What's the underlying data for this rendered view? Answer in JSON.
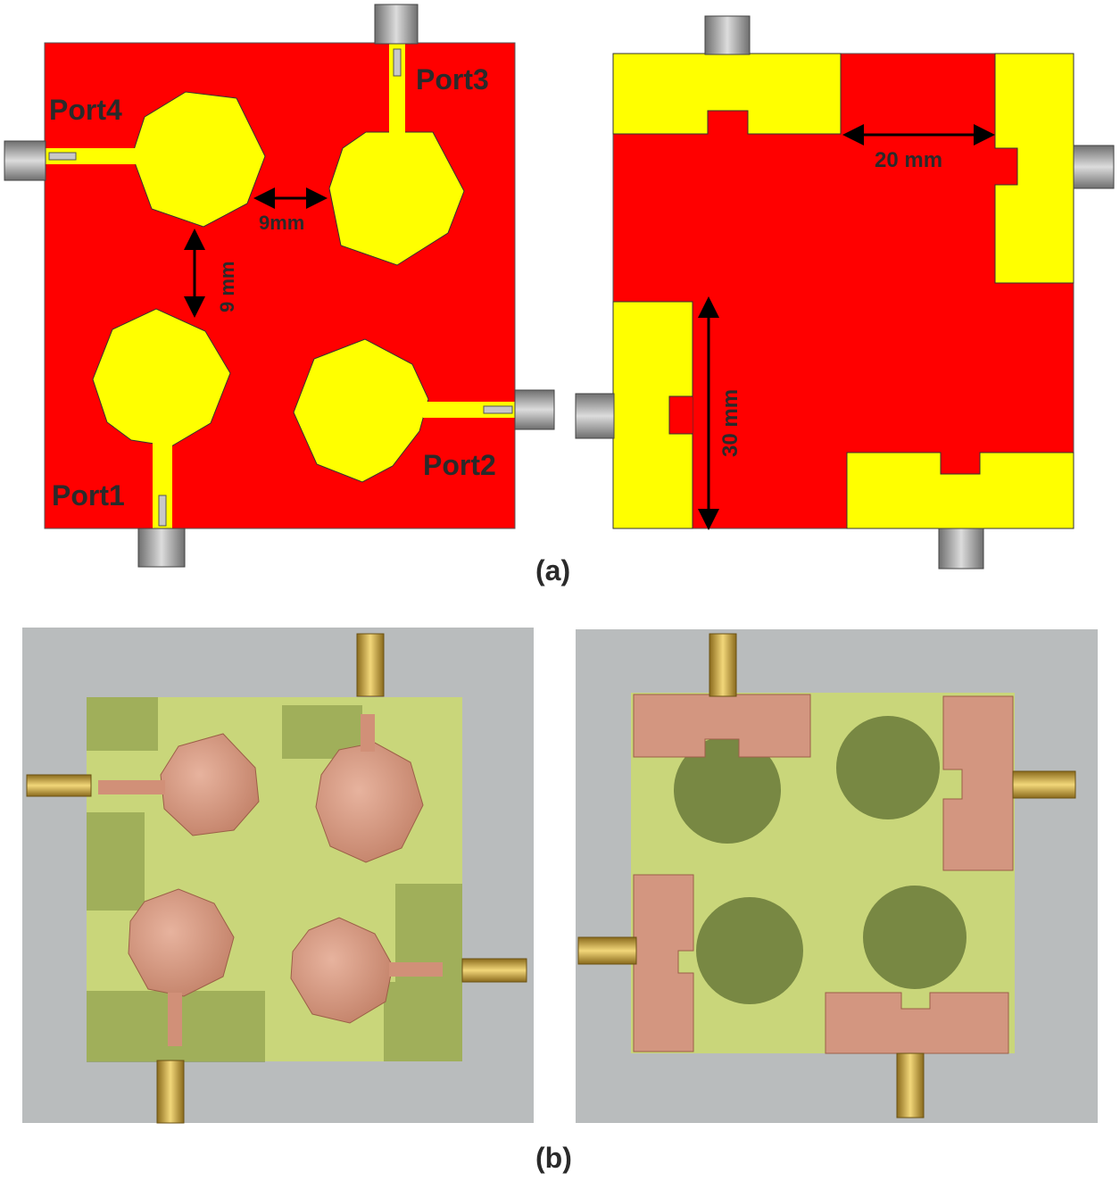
{
  "colors": {
    "substrate_red": "#ff0000",
    "patch_yellow": "#ffff00",
    "connector_gray": "#9a9a9a",
    "fr4_green": "#c9d67a",
    "copper": "#d9977e",
    "ground_dark": "#6a7a3a",
    "photo_background": "#b9bcbd"
  },
  "panel_a": {
    "caption": "(a)",
    "front": {
      "port1_label": "Port1",
      "port2_label": "Port2",
      "port3_label": "Port3",
      "port4_label": "Port4",
      "gap_horizontal_label": "9mm",
      "gap_vertical_label": "9 mm"
    },
    "back": {
      "dim_horizontal_label": "20 mm",
      "dim_vertical_label": "30 mm"
    }
  },
  "panel_b": {
    "caption": "(b)"
  }
}
